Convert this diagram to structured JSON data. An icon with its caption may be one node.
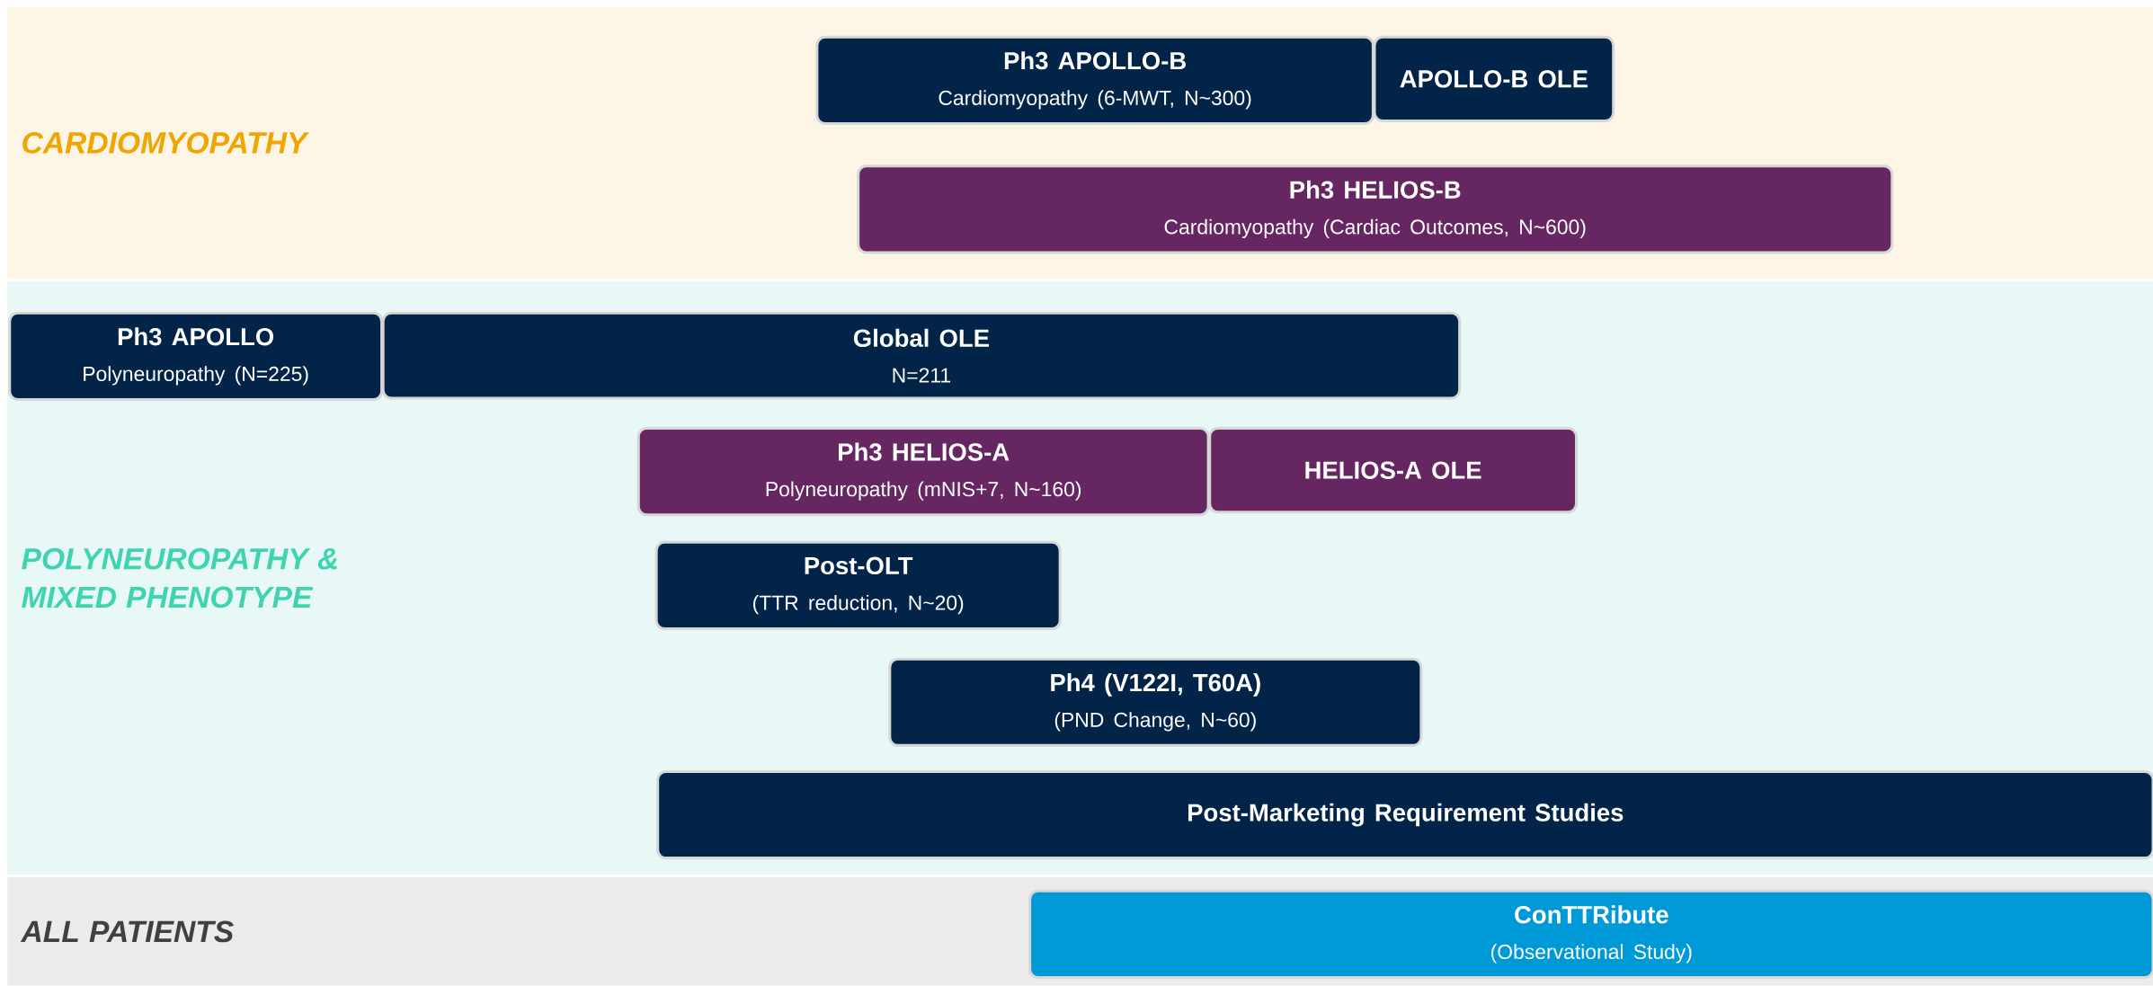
{
  "diagram": {
    "nodes": [
      {
        "text": [
          "CARDIOMYOPATHY"
        ]
      },
      {
        "text": [
          "Ph3 APOLLO-B",
          "Cardiomyopathy (6-MWT, N~300)"
        ],
        "in": 0
      },
      {
        "text": [
          "APOLLO-B OLE"
        ],
        "in": 0
      },
      {
        "text": [
          "Ph3 HELIOS-B",
          "Cardiomyopathy (Cardiac Outcomes, N~600)"
        ],
        "in": 0
      },
      {
        "text": [
          "POLYNEUROPATHY & MIXED PHENOTYPE"
        ]
      },
      {
        "text": [
          "Ph3 APOLLO",
          "Polyneuropathy (N=225)"
        ],
        "in": 4
      },
      {
        "text": [
          "Global OLE",
          "N=211"
        ],
        "in": 4
      },
      {
        "text": [
          "Ph3 HELIOS-A",
          "Polyneuropathy (mNIS+7, N~160)"
        ],
        "in": 4
      },
      {
        "text": [
          "HELIOS-A OLE"
        ],
        "in": 4
      },
      {
        "text": [
          "Post-OLT",
          "(TTR reduction, N~20)"
        ],
        "in": 4
      },
      {
        "text": [
          "Ph4 (V122I, T60A)",
          "(PND Change, N~60)"
        ],
        "in": 4
      },
      {
        "text": [
          "Post-Marketing Requirement Studies"
        ],
        "in": 4
      },
      {
        "text": [
          "ALL PATIENTS"
        ]
      },
      {
        "text": [
          "ConTTRibute",
          "(Observational Study)"
        ],
        "in": 12
      }
    ]
  }
}
